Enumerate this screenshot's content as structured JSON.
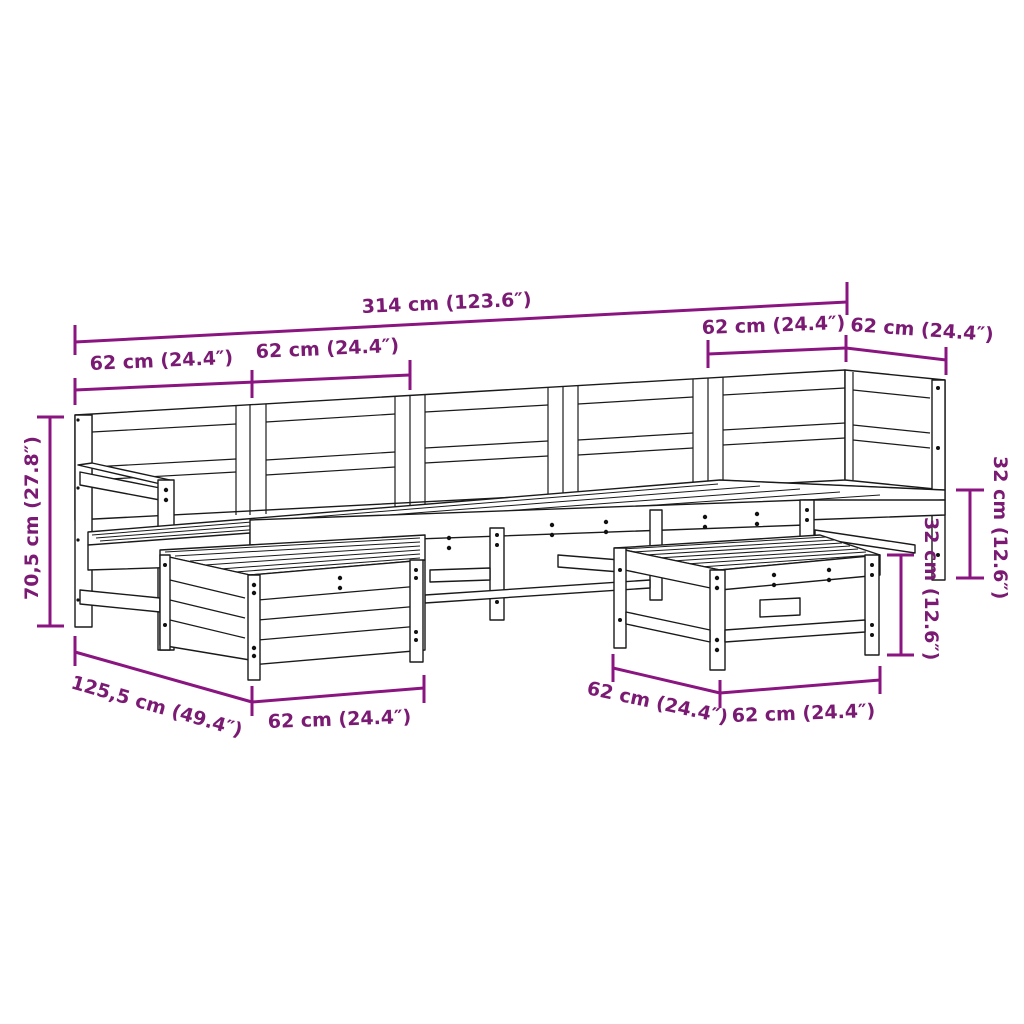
{
  "diagram": {
    "subject": "7-piece garden lounge set dimension drawing",
    "accent_color": "#8a1580",
    "line_color": "#1a1a1a",
    "dimensions": {
      "total_width": "314 cm (123.6″)",
      "left_module_1_width": "62 cm (24.4″)",
      "left_module_2_width": "62 cm (24.4″)",
      "right_back_module_width": "62 cm (24.4″)",
      "right_corner_depth": "62 cm (24.4″)",
      "total_height": "70,5 cm (27.8″)",
      "seat_height": "32 cm (12.6″)",
      "ottoman_height": "32 cm (12.6″)",
      "chaise_depth": "125,5 cm (49.4″)",
      "chaise_width": "62 cm (24.4″)",
      "ottoman_depth": "62 cm (24.4″)",
      "ottoman_width": "62 cm (24.4″)"
    }
  }
}
